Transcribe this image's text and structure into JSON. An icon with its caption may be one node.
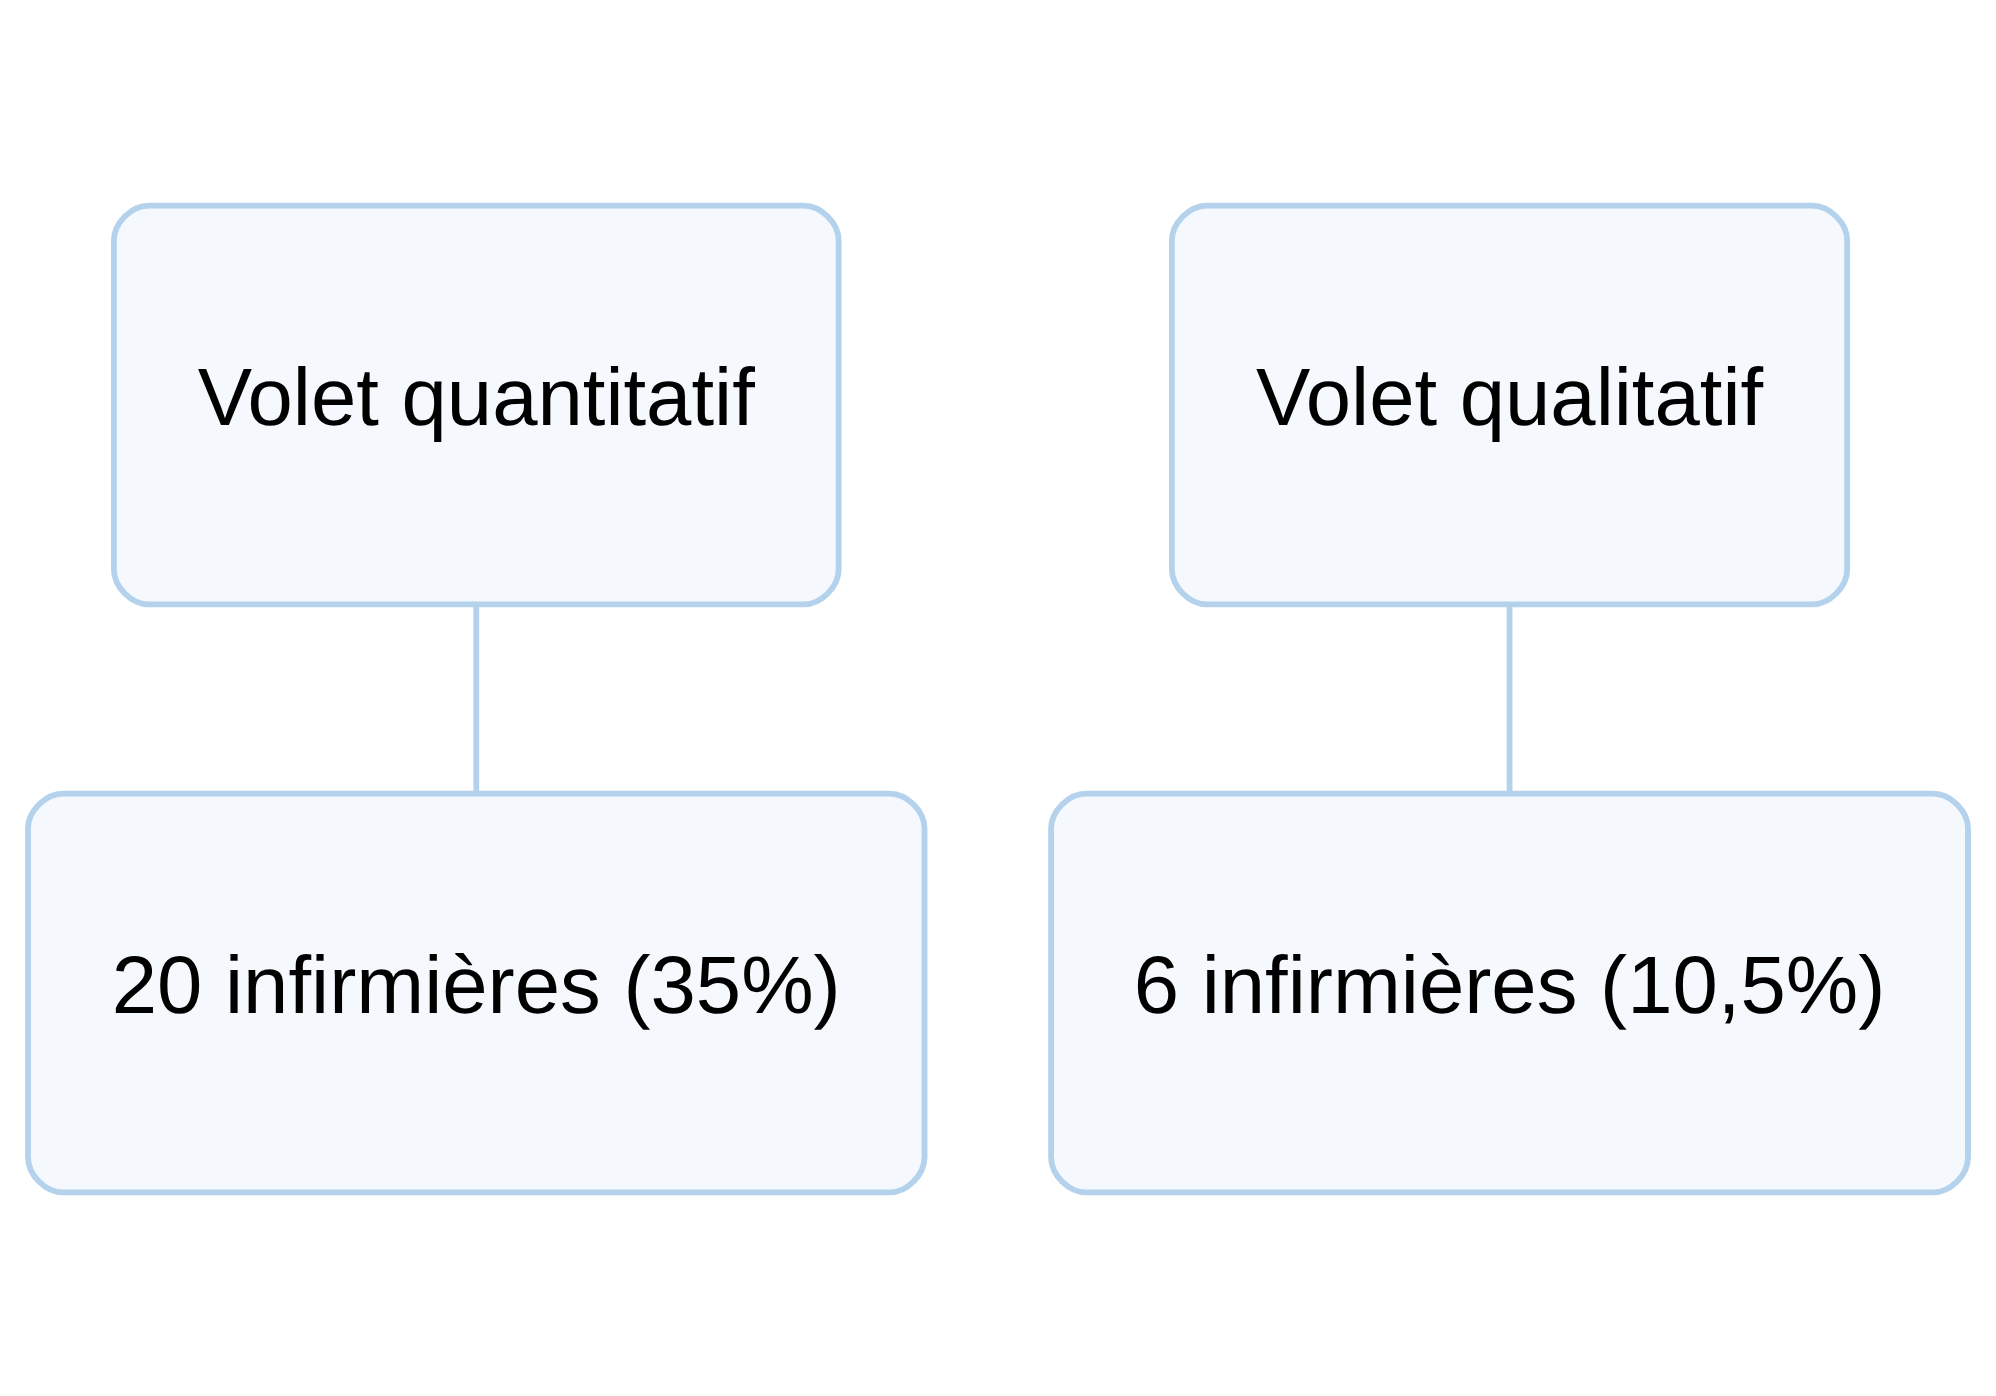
{
  "diagram": {
    "nodes": [
      {
        "text": [
          "Volet quantitatif"
        ]
      },
      {
        "text": [
          "Volet qualitatif"
        ]
      },
      {
        "text": [
          "20 infirmières (35%)"
        ]
      },
      {
        "text": [
          "6 infirmières (10,5%)"
        ]
      }
    ],
    "edges": [
      {
        "from": 0,
        "to": 2,
        "arrow": "none"
      },
      {
        "from": 1,
        "to": 3,
        "arrow": "none"
      }
    ]
  }
}
